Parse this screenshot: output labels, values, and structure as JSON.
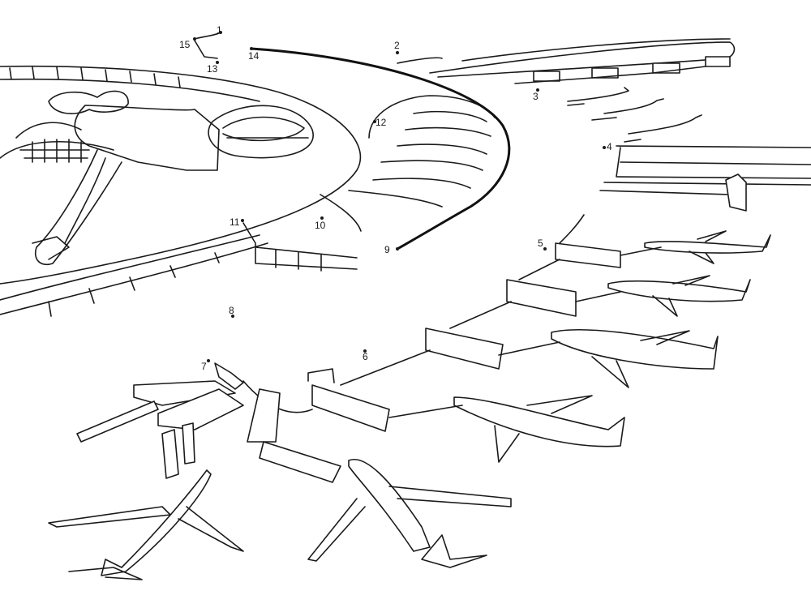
{
  "dots": [
    {
      "label": "1"
    },
    {
      "label": "2"
    },
    {
      "label": "3"
    },
    {
      "label": "4"
    },
    {
      "label": "5"
    },
    {
      "label": "6"
    },
    {
      "label": "7"
    },
    {
      "label": "8"
    },
    {
      "label": "9"
    },
    {
      "label": "10"
    },
    {
      "label": "11"
    },
    {
      "label": "12"
    },
    {
      "label": "13"
    },
    {
      "label": "14"
    },
    {
      "label": "15"
    }
  ],
  "colors": {
    "line": "#1a1a1a",
    "paper": "#ffffff"
  }
}
